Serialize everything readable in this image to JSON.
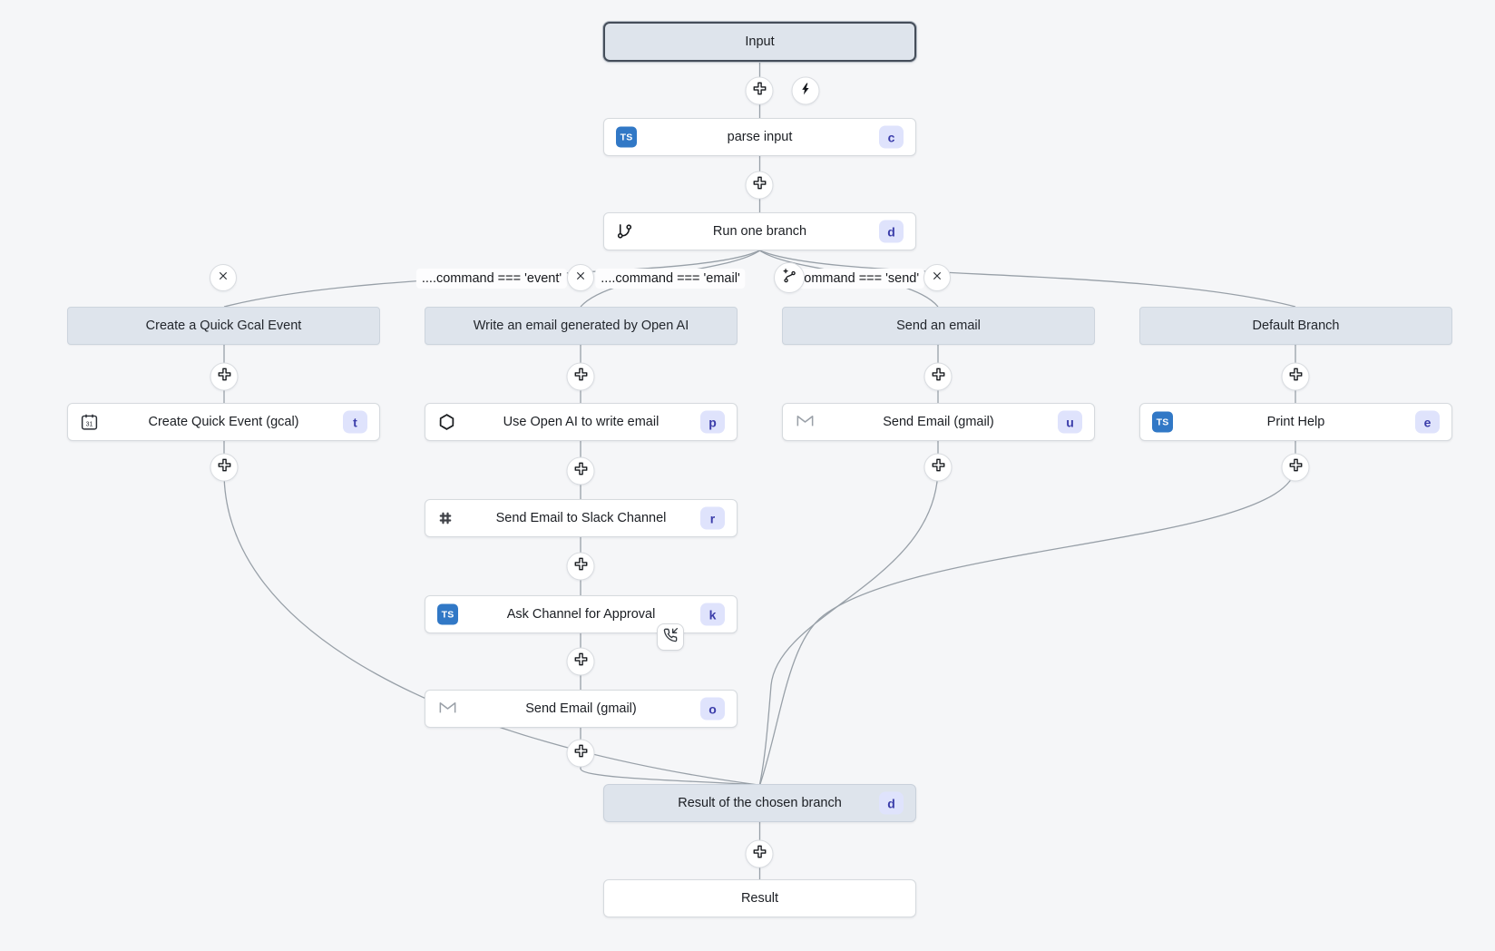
{
  "canvas": {
    "background": "#f5f6f8",
    "edge_color": "#98a0a8"
  },
  "colors": {
    "node_bg": "#ffffff",
    "node_border": "#d6dade",
    "tinted_bg": "#dee4ec",
    "selected_border": "#454e5a",
    "badge_bg": "#dfe3fc",
    "badge_text": "#3b3daa",
    "typescript_blue": "#3178c6"
  },
  "icons": {
    "typescript_label": "TS",
    "calendar_day": "31"
  },
  "flow": {
    "input": {
      "label": "Input"
    },
    "parse_input": {
      "label": "parse input",
      "badge": "c",
      "icon": "typescript-icon"
    },
    "run_one_branch": {
      "label": "Run one branch",
      "badge": "d",
      "icon": "git-branch-icon"
    },
    "branches": [
      {
        "header": "Create a Quick Gcal Event",
        "condition": "....command === 'event'",
        "steps": [
          {
            "label": "Create Quick Event (gcal)",
            "badge": "t",
            "icon": "calendar-icon"
          }
        ]
      },
      {
        "header": "Write an email generated by Open AI",
        "condition": "....command === 'email'",
        "steps": [
          {
            "label": "Use Open AI to write email",
            "badge": "p",
            "icon": "openai-icon"
          },
          {
            "label": "Send Email to Slack Channel",
            "badge": "r",
            "icon": "slack-icon"
          },
          {
            "label": "Ask Channel for Approval",
            "badge": "k",
            "icon": "typescript-icon",
            "indicator": "phone-incoming-icon"
          },
          {
            "label": "Send Email (gmail)",
            "badge": "o",
            "icon": "gmail-icon"
          }
        ]
      },
      {
        "header": "Send an email",
        "condition": "....command === 'send'",
        "steps": [
          {
            "label": "Send Email (gmail)",
            "badge": "u",
            "icon": "gmail-icon"
          }
        ]
      },
      {
        "header": "Default Branch",
        "condition": "",
        "steps": [
          {
            "label": "Print Help",
            "badge": "e",
            "icon": "typescript-icon"
          }
        ]
      }
    ],
    "merge": {
      "label": "Result of the chosen branch",
      "badge": "d"
    },
    "result": {
      "label": "Result"
    }
  }
}
